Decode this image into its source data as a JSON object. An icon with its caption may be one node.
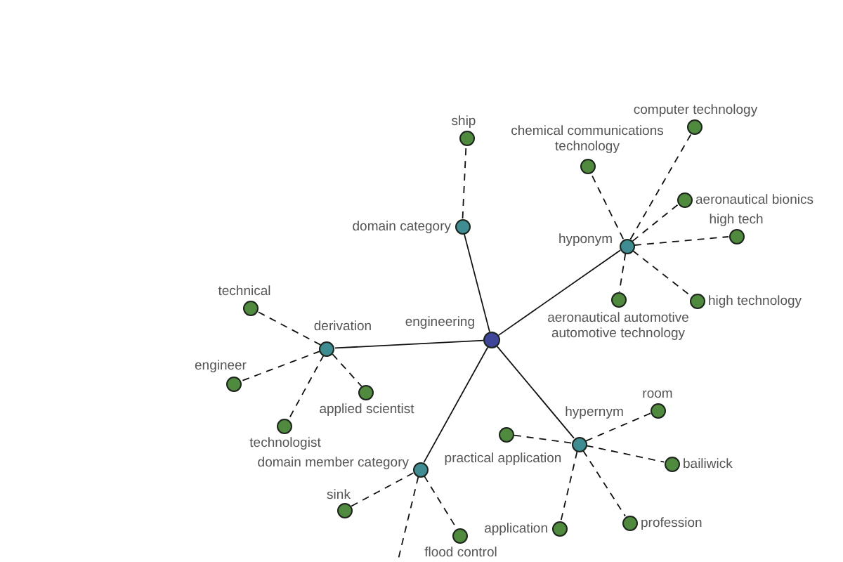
{
  "diagram": {
    "nodes": [
      {
        "text": [
          "ship"
        ]
      },
      {
        "text": [
          "computer technology"
        ]
      },
      {
        "text": [
          "chemical communications technology"
        ]
      },
      {
        "text": [
          "aeronautical bionics"
        ]
      },
      {
        "text": [
          "domain category"
        ]
      },
      {
        "text": [
          "high tech"
        ]
      },
      {
        "text": [
          "hyponym"
        ]
      },
      {
        "text": [
          "aeronautical automotive automotive technology"
        ]
      },
      {
        "text": [
          "high technology"
        ]
      },
      {
        "text": [
          "technical"
        ]
      },
      {
        "text": [
          "engineering"
        ]
      },
      {
        "text": [
          "derivation"
        ]
      },
      {
        "text": [
          "engineer"
        ]
      },
      {
        "text": [
          "applied scientist"
        ]
      },
      {
        "text": [
          "room"
        ]
      },
      {
        "text": [
          "technologist"
        ]
      },
      {
        "text": [
          "practical application"
        ]
      },
      {
        "text": [
          "hypernym"
        ]
      },
      {
        "text": [
          "bailiwick"
        ]
      },
      {
        "text": [
          "domain member category"
        ]
      },
      {
        "text": [
          "sink"
        ]
      },
      {
        "text": [
          "profession"
        ]
      },
      {
        "text": [
          "application"
        ]
      },
      {
        "text": [
          "flood control"
        ]
      }
    ],
    "edges": [
      {
        "from": 10,
        "to": 4,
        "arrow": "none"
      },
      {
        "from": 10,
        "to": 6,
        "arrow": "none"
      },
      {
        "from": 10,
        "to": 11,
        "arrow": "none"
      },
      {
        "from": 10,
        "to": 17,
        "arrow": "none"
      },
      {
        "from": 10,
        "to": 19,
        "arrow": "none"
      },
      {
        "from": 4,
        "to": 0,
        "arrow": "none",
        "style": "dashed"
      },
      {
        "from": 6,
        "to": 1,
        "arrow": "none",
        "style": "dashed"
      },
      {
        "from": 6,
        "to": 2,
        "arrow": "none",
        "style": "dashed"
      },
      {
        "from": 6,
        "to": 3,
        "arrow": "none",
        "style": "dashed"
      },
      {
        "from": 6,
        "to": 5,
        "arrow": "none",
        "style": "dashed"
      },
      {
        "from": 6,
        "to": 7,
        "arrow": "none",
        "style": "dashed"
      },
      {
        "from": 6,
        "to": 8,
        "arrow": "none",
        "style": "dashed"
      },
      {
        "from": 11,
        "to": 9,
        "arrow": "none",
        "style": "dashed"
      },
      {
        "from": 11,
        "to": 12,
        "arrow": "none",
        "style": "dashed"
      },
      {
        "from": 11,
        "to": 13,
        "arrow": "none",
        "style": "dashed"
      },
      {
        "from": 11,
        "to": 15,
        "arrow": "none",
        "style": "dashed"
      },
      {
        "from": 17,
        "to": 14,
        "arrow": "none",
        "style": "dashed"
      },
      {
        "from": 17,
        "to": 16,
        "arrow": "none",
        "style": "dashed"
      },
      {
        "from": 17,
        "to": 18,
        "arrow": "none",
        "style": "dashed"
      },
      {
        "from": 17,
        "to": 21,
        "arrow": "none",
        "style": "dashed"
      },
      {
        "from": 17,
        "to": 22,
        "arrow": "none",
        "style": "dashed"
      },
      {
        "from": 19,
        "to": 20,
        "arrow": "none",
        "style": "dashed"
      },
      {
        "from": 19,
        "to": 23,
        "arrow": "none",
        "style": "dashed"
      },
      {
        "from": 19,
        "to": null,
        "arrow": "none",
        "style": "dashed"
      }
    ]
  }
}
